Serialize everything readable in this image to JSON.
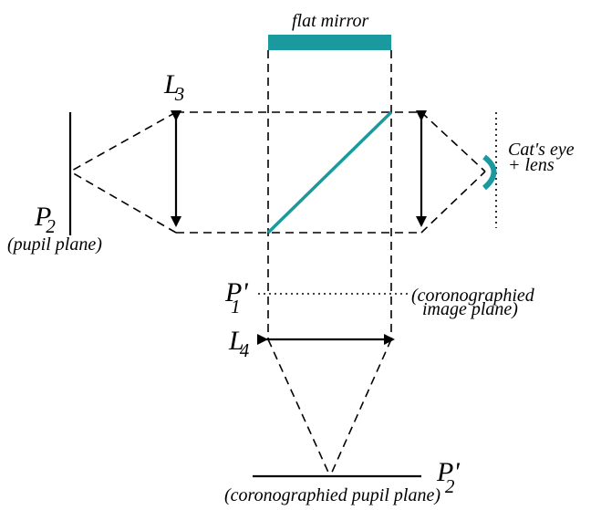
{
  "labels": {
    "flat_mirror": "flat mirror",
    "l3_main": "L",
    "l3_sub": "3",
    "cats_eye_line1": "Cat's eye",
    "cats_eye_line2": "+ lens",
    "p2_main": "P",
    "p2_sub": "2",
    "pupil_plane": "(pupil plane)",
    "p1p_main": "P",
    "p1p_prime": "'",
    "p1p_sub": "1",
    "coronographied_line1": "(coronographied",
    "coronographied_line2": "image plane)",
    "l4_main": "L",
    "l4_sub": "4",
    "p2p_main": "P",
    "p2p_prime": "'",
    "p2p_sub": "2",
    "coronographied_pupil": "(coronographied pupil plane)"
  },
  "colors": {
    "teal": "#1a9a9e",
    "ink": "#000000"
  }
}
